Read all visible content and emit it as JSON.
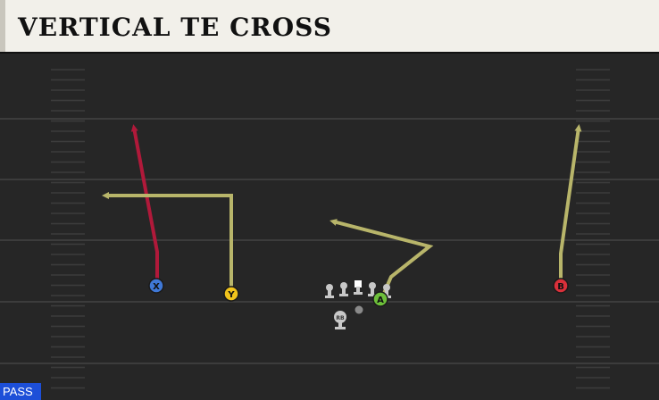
{
  "title": "VERTICAL TE CROSS",
  "play_type": "PASS",
  "colors": {
    "route_yellow": "#b8b56a",
    "route_red": "#b0193a",
    "button_x": "#3f78d6",
    "button_y": "#f0c31c",
    "button_a": "#6dbf3a",
    "button_b": "#d9303a",
    "lineman": "#c8c8c8"
  },
  "players": {
    "x": {
      "label": "X"
    },
    "y": {
      "label": "Y"
    },
    "a": {
      "label": "A"
    },
    "b": {
      "label": "B"
    },
    "rb": {
      "label": "RB"
    }
  }
}
